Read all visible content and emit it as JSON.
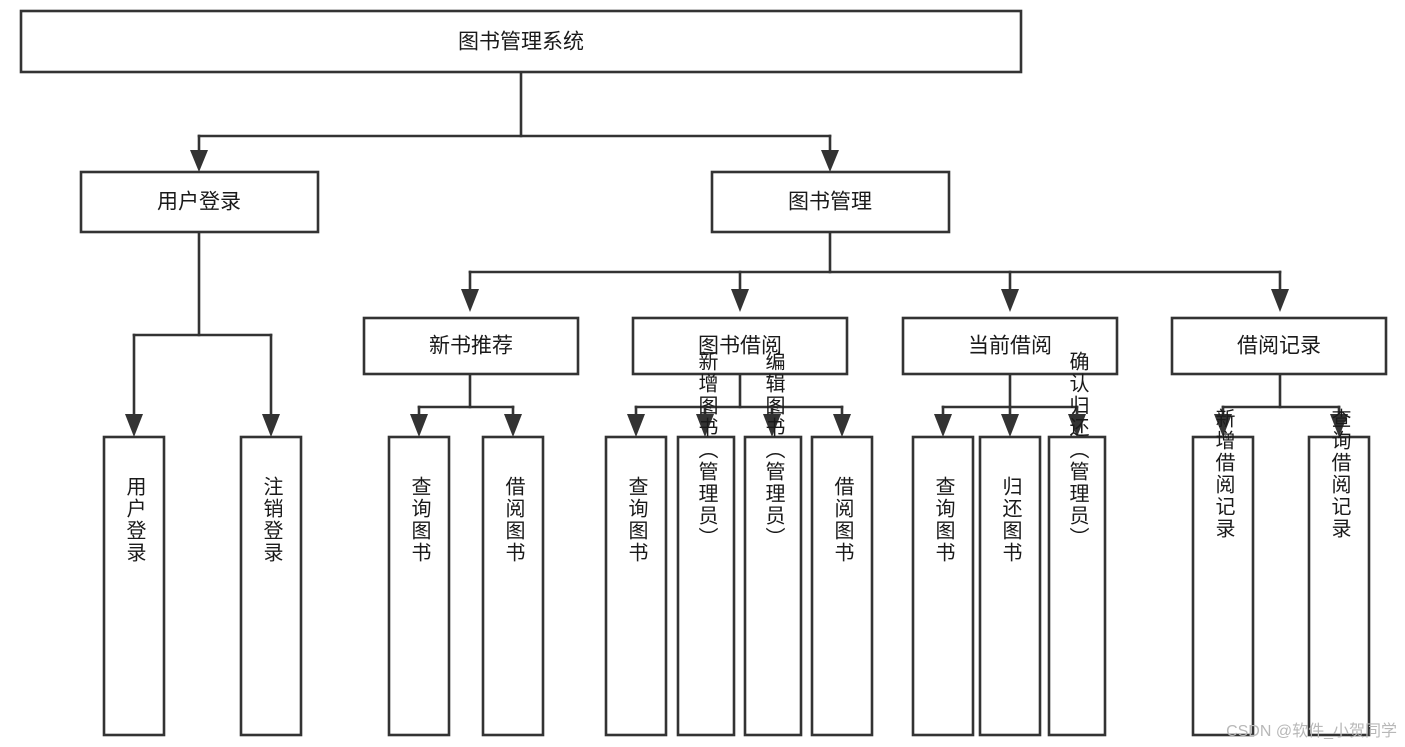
{
  "diagram": {
    "type": "tree-hierarchy",
    "title": "图书管理系统",
    "colors": {
      "box_stroke": "#333333",
      "box_fill": "#ffffff",
      "text": "#1a1a1a",
      "background": "#ffffff",
      "watermark": "#b8b8b8"
    },
    "root": {
      "label": "图书管理系统"
    },
    "level2": [
      {
        "label": "用户登录"
      },
      {
        "label": "图书管理"
      }
    ],
    "level3": [
      {
        "label": "新书推荐"
      },
      {
        "label": "图书借阅"
      },
      {
        "label": "当前借阅"
      },
      {
        "label": "借阅记录"
      }
    ],
    "leaves": {
      "user_login": [
        {
          "label": "用户登录"
        },
        {
          "label": "注销登录"
        }
      ],
      "new_book_recommend": [
        {
          "label": "查询图书"
        },
        {
          "label": "借阅图书"
        }
      ],
      "book_borrow": [
        {
          "label": "查询图书"
        },
        {
          "label": "新增图书（管理员）"
        },
        {
          "label": "编辑图书（管理员）"
        },
        {
          "label": "借阅图书"
        }
      ],
      "current_borrow": [
        {
          "label": "查询图书"
        },
        {
          "label": "归还图书"
        },
        {
          "label": "确认归还（管理员）"
        }
      ],
      "borrow_record": [
        {
          "label": "新增借阅记录"
        },
        {
          "label": "查询借阅记录"
        }
      ]
    },
    "watermark": "CSDN @软件_小贺同学"
  }
}
